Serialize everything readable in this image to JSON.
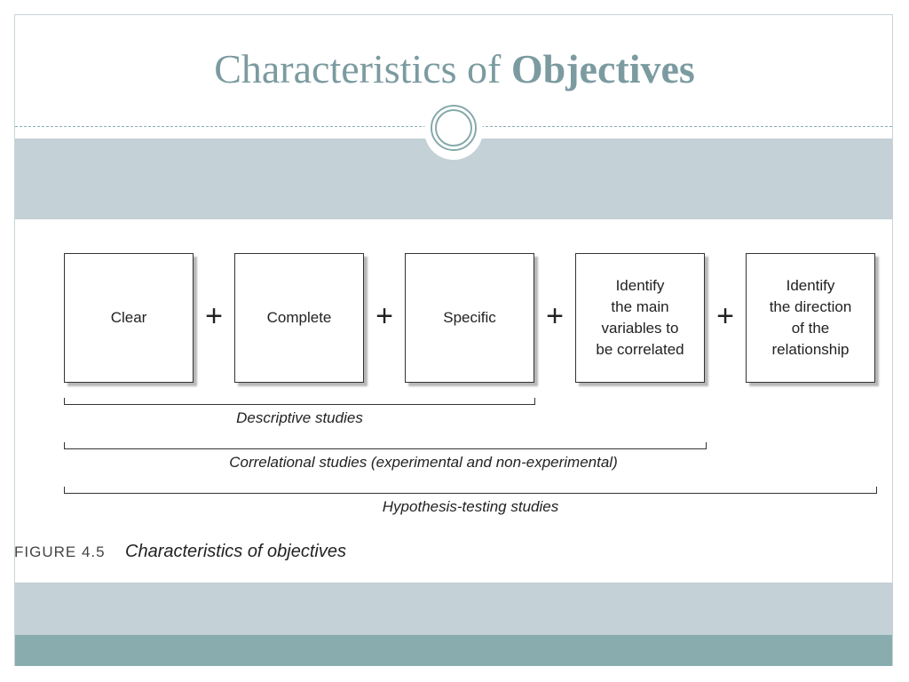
{
  "slide": {
    "title_regular": "Characteristics of ",
    "title_bold": "Objectives"
  },
  "diagram": {
    "boxes": [
      {
        "label": "Clear"
      },
      {
        "label": "Complete"
      },
      {
        "label": "Specific"
      },
      {
        "label": "Identify\nthe main\nvariables to\nbe correlated"
      },
      {
        "label": "Identify\nthe direction\nof the\nrelationship"
      }
    ],
    "operator": "+",
    "brackets": [
      {
        "label": "Descriptive studies"
      },
      {
        "label": "Correlational studies (experimental and non-experimental)"
      },
      {
        "label": "Hypothesis-testing studies"
      }
    ]
  },
  "figure": {
    "number": "FIGURE 4.5",
    "caption": "Characteristics of objectives"
  }
}
